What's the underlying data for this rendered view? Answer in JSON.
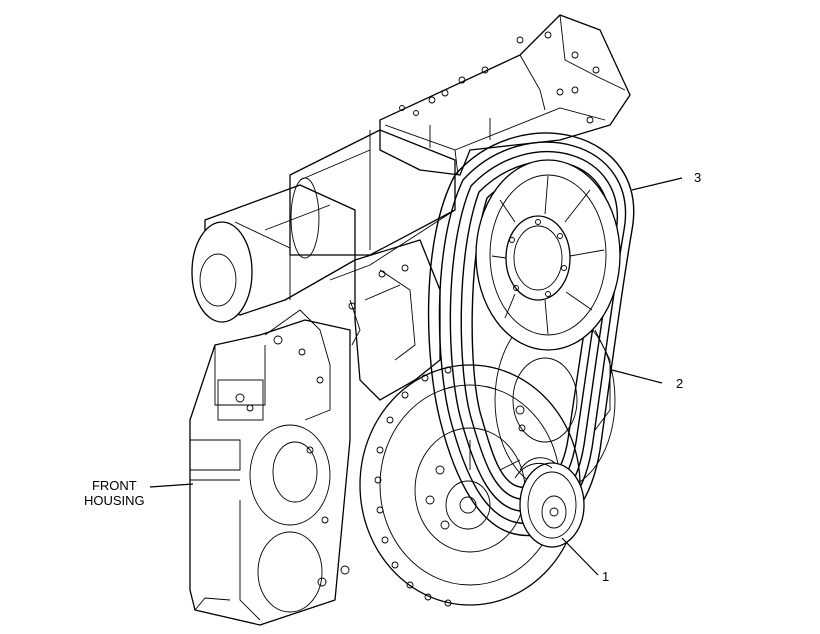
{
  "labels": {
    "front_housing_line1": "FRONT",
    "front_housing_line2": "HOUSING",
    "callout_1": "1",
    "callout_2": "2",
    "callout_3": "3"
  },
  "colors": {
    "ink": "#000000",
    "background": "#ffffff"
  }
}
